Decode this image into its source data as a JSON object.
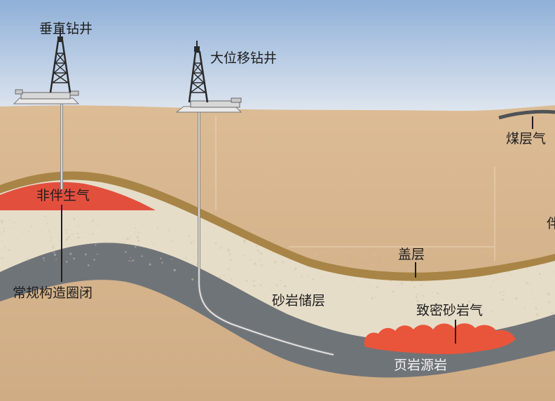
{
  "labels": {
    "vertical_well": "垂直钻井",
    "directional_well": "大位移钻井",
    "coalbed_gas": "煤层气",
    "non_associated_gas": "非伴生气",
    "conventional_trap": "常规构造圈闭",
    "cap_rock": "盖层",
    "sandstone_reservoir": "砂岩储层",
    "tight_sand_gas": "致密砂岩气",
    "shale_source_rock": "页岩源岩",
    "cut_off_edge": "伴"
  },
  "colors": {
    "sky_top": "#8fb0d8",
    "sky_bottom": "#dfe6ef",
    "earth": "#d3b18a",
    "cap_rock": "#a88546",
    "sandstone": "#e6ddc9",
    "shale": "#6f7479",
    "gas": "#e2503d",
    "tight_gas": "#e9553a",
    "pipe": "#8a8a8a"
  }
}
